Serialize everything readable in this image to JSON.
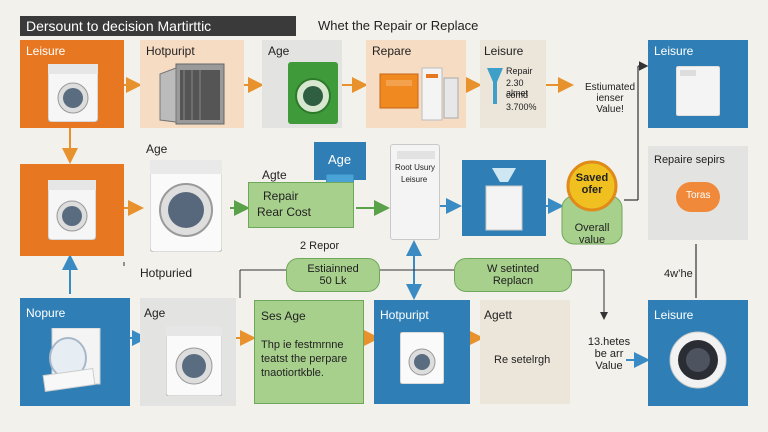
{
  "header": {
    "title": "Dersount to decision Martirttic",
    "subtitle": "Whet the Repair or Replace"
  },
  "row1": {
    "leisure_left": "Leisure",
    "hotpuript": "Hotpuript",
    "age": "Age",
    "repare": "Repare",
    "leisure_mid": "Leisure",
    "leisure_mid_text": [
      "Repair",
      "2.30 almet",
      "comd",
      "3.700%"
    ],
    "estimated": [
      "Estiumated",
      "ienser",
      "Value!"
    ],
    "leisure_right": "Leisure"
  },
  "row2": {
    "age_above": "Age",
    "agte": "Agte",
    "age_badge": "Age",
    "repair_cost": [
      "Repair",
      "Rear Cost"
    ],
    "tower_text": [
      "Root Usury",
      "Leisure"
    ],
    "saved_offer": [
      "Saved",
      "ofer"
    ],
    "overall_value": [
      "Overall",
      "value"
    ],
    "repaire_sepirs": "Repaire sepirs",
    "toras": "Toras",
    "hotpuried": "Hotpuried",
    "repor": "2 Repor"
  },
  "row3": {
    "estimated_pill": [
      "Estiainned",
      "50 Lk"
    ],
    "w_setinted": [
      "W setinted",
      "Replacn"
    ],
    "four_w": "4w’he",
    "nopure": "Nopure",
    "age": "Age",
    "ses_age": "Ses Age",
    "ses_age_text": [
      "Thp ie festmrnne",
      "teatst the perpare",
      "tnaotiortkble."
    ],
    "hotpuript": "Hotpuript",
    "agett": "Agett",
    "re_setehrgh": "Re setelrgh",
    "hates": [
      "13.hetes",
      "be arr",
      "Value"
    ],
    "leisure": "Leisure"
  },
  "colors": {
    "orange": "#e87722",
    "blue": "#2f7fb6",
    "green": "#4a9a3c",
    "arrow": "#e8922e",
    "arrow_blue": "#3a8ac4",
    "arrow_green": "#5aa24a"
  }
}
